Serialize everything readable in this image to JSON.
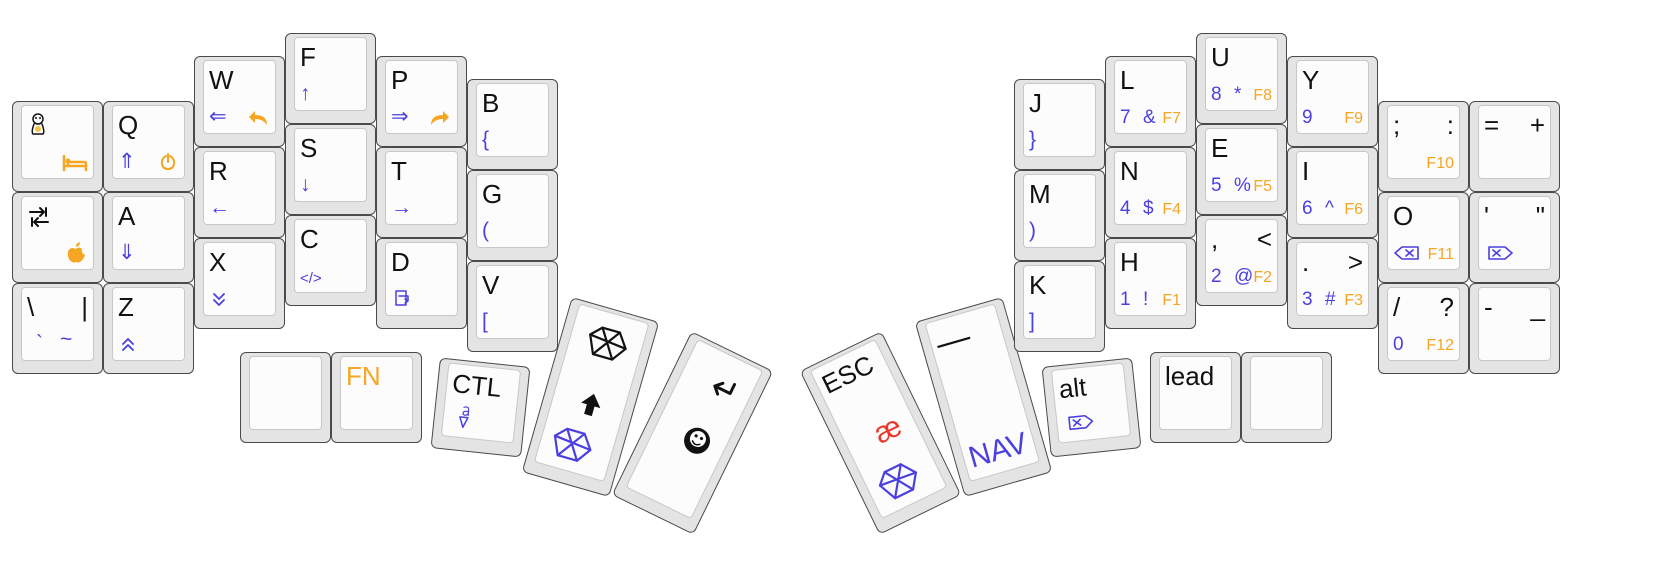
{
  "colors": {
    "layer_nav": "#4b3fe0",
    "layer_fn": "#f5a623",
    "accent_red": "#e8392a",
    "legend": "#111111"
  },
  "left": {
    "k_linux": {
      "icons": [
        "tux-icon",
        "bed-icon",
        "apple-icon"
      ]
    },
    "k_tab": {
      "icon": "tab-arrows-icon"
    },
    "k_bslash": {
      "tl": "\\",
      "tr": "|",
      "bl": "`",
      "bm": "~"
    },
    "k_q": {
      "tl": "Q",
      "bl": "⇑",
      "icon_br": "power-icon"
    },
    "k_a": {
      "tl": "A",
      "bl": "⇓"
    },
    "k_z": {
      "tl": "Z",
      "icon_bl": "double-chevron-up-icon"
    },
    "k_w": {
      "tl": "W",
      "bl": "⇐",
      "icon_br": "undo-icon"
    },
    "k_r": {
      "tl": "R",
      "bl": "←"
    },
    "k_x": {
      "tl": "X",
      "icon_bl": "double-chevron-down-icon"
    },
    "k_f": {
      "tl": "F",
      "bl": "↑"
    },
    "k_s": {
      "tl": "S",
      "bl": "↓"
    },
    "k_c": {
      "tl": "C",
      "bl": "</>"
    },
    "k_p": {
      "tl": "P",
      "bl": "⇒",
      "icon_br": "redo-icon"
    },
    "k_t": {
      "tl": "T",
      "bl": "→"
    },
    "k_d": {
      "tl": "D",
      "icon_bl": "paste-icon"
    },
    "k_b": {
      "tl": "B",
      "bl": "{"
    },
    "k_g": {
      "tl": "G",
      "bl": "("
    },
    "k_v": {
      "tl": "V",
      "bl": "["
    },
    "k_blank": {
      "tl": ""
    },
    "k_fn": {
      "tl": "FN"
    },
    "k_ctl": {
      "tl": "CTL",
      "icon": "a-with-triangle-icon"
    },
    "k_thumb1": {
      "icons": [
        "cube-outline-icon",
        "shift-arrow-icon",
        "cube-outline-icon"
      ]
    },
    "k_thumb2": {
      "icons": [
        "enter-arrow-icon",
        "tux-circle-icon"
      ]
    }
  },
  "right": {
    "k_j": {
      "tl": "J",
      "bl": "}"
    },
    "k_m": {
      "tl": "M",
      "bl": ")"
    },
    "k_k": {
      "tl": "K",
      "bl": "]"
    },
    "k_l": {
      "tl": "L",
      "bl": "7",
      "bl2": "&",
      "br": "F7"
    },
    "k_n": {
      "tl": "N",
      "bl": "4",
      "bl2": "$",
      "br": "F4"
    },
    "k_h": {
      "tl": "H",
      "bl": "1",
      "bl2": "!",
      "br": "F1"
    },
    "k_u": {
      "tl": "U",
      "bl": "8",
      "bl2": "*",
      "br": "F8"
    },
    "k_e": {
      "tl": "E",
      "bl": "5",
      "bl2": "%",
      "br": "F5"
    },
    "k_comma": {
      "tl": ",",
      "tr": "<",
      "bl": "2",
      "bl2": "@",
      "br": "F2"
    },
    "k_y": {
      "tl": "Y",
      "bl": "9",
      "br": "F9"
    },
    "k_i": {
      "tl": "I",
      "bl": "6",
      "bl2": "^",
      "br": "F6"
    },
    "k_dot": {
      "tl": ".",
      "tr": ">",
      "bl": "3",
      "bl2": "#",
      "br": "F3"
    },
    "k_semi": {
      "tl": ";",
      "tr": ":",
      "br": "F10"
    },
    "k_o": {
      "tl": "O",
      "icon_bl": "backspace-icon",
      "br": "F11"
    },
    "k_slash": {
      "tl": "/",
      "tr": "?",
      "bl": "0",
      "br": "F12"
    },
    "k_eq": {
      "tl": "=",
      "tr": "+"
    },
    "k_quote": {
      "tl": "'",
      "tr": "\"",
      "icon_bl": "delete-icon"
    },
    "k_minus": {
      "tl": "-",
      "tr": "_"
    },
    "k_esc": {
      "tl": "ESC",
      "mid": "æ",
      "icon": "cube-outline-icon"
    },
    "k_space": {
      "tl": "—",
      "bl": "NAV"
    },
    "k_alt": {
      "tl": "alt",
      "icon": "delete-icon"
    },
    "k_lead": {
      "tl": "lead"
    },
    "k_blank_r": {
      "tl": ""
    }
  }
}
